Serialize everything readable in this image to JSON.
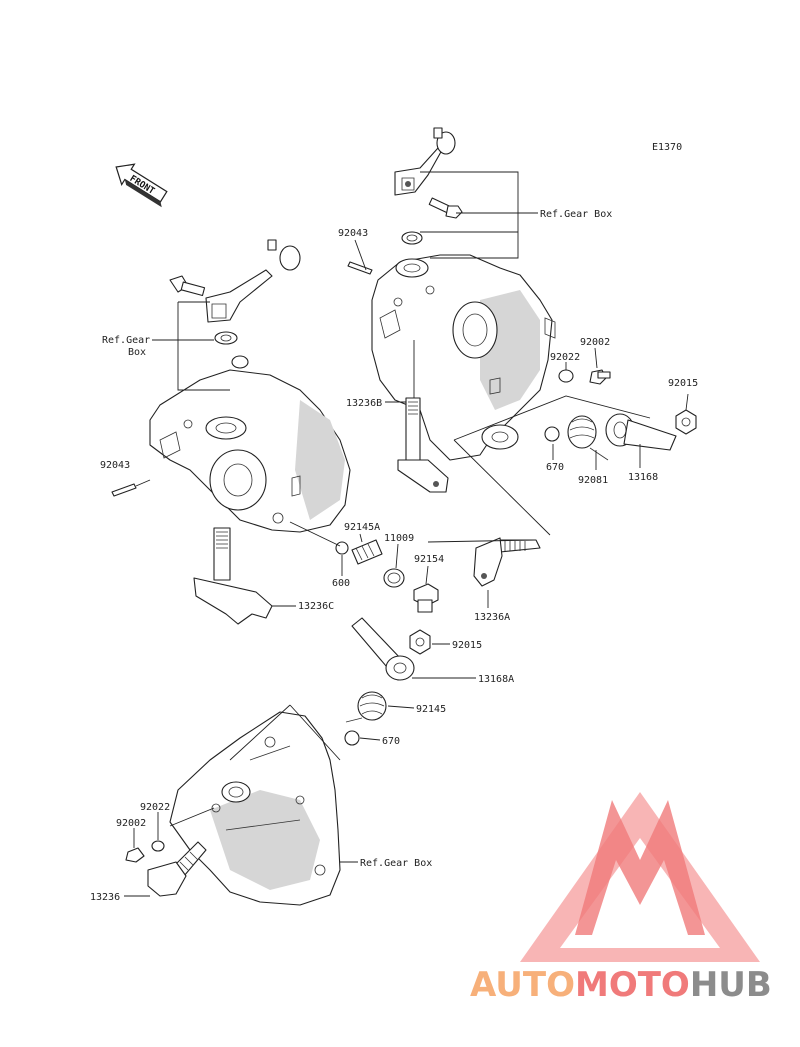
{
  "diagram": {
    "figure_id": "E1370",
    "front_arrow_text": "FRONT",
    "parts": {
      "p92043_top": "92043",
      "ref_gear_box_top": "Ref.Gear Box",
      "ref_gear_box_left_1": "Ref.Gear",
      "ref_gear_box_left_2": "Box",
      "p13236B": "13236B",
      "p92002_top": "92002",
      "p92022_top": "92022",
      "p92015_top": "92015",
      "p670_top": "670",
      "p92081": "92081",
      "p13168": "13168",
      "p92043_left": "92043",
      "p92145A": "92145A",
      "p11009": "11009",
      "p92154": "92154",
      "p600": "600",
      "p13236C": "13236C",
      "p13236A": "13236A",
      "p92015_mid": "92015",
      "p13168A": "13168A",
      "p92145": "92145",
      "p670_bottom": "670",
      "p92022_bottom": "92022",
      "p92002_bottom": "92002",
      "ref_gear_box_bottom": "Ref.Gear Box",
      "p13236": "13236"
    }
  },
  "watermark": {
    "word_part1": "AUTO",
    "word_part2": "MOTO",
    "word_part3": "HUB",
    "color_light": "#f7b07a",
    "color_pink": "#f07a7a",
    "color_gray": "#8c8c8c"
  }
}
